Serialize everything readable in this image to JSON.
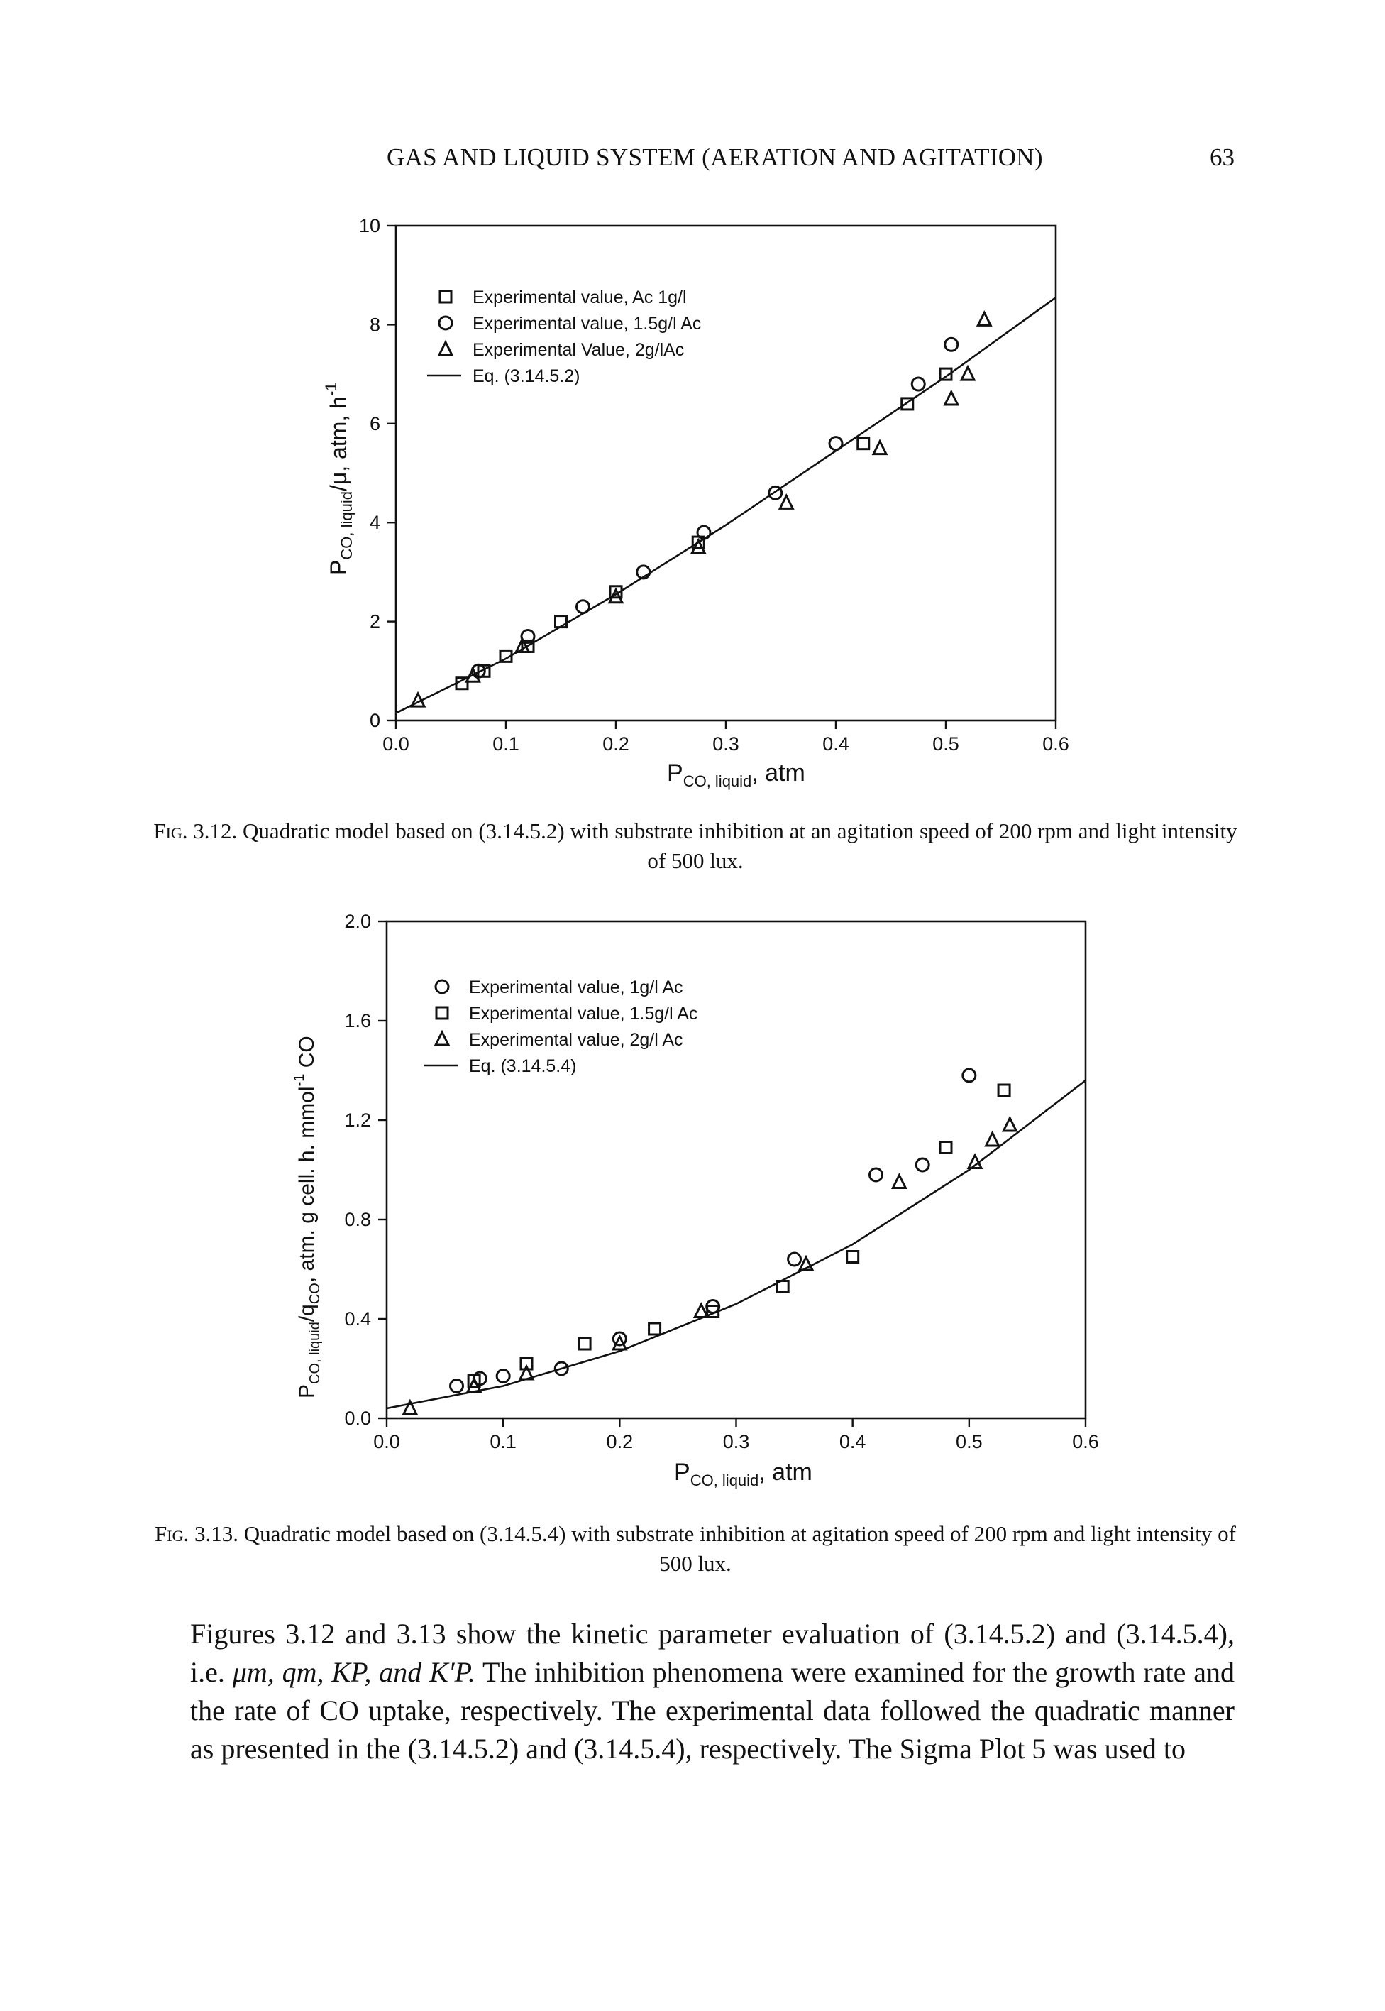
{
  "header": {
    "running_title": "GAS AND LIQUID SYSTEM (AERATION AND AGITATION)",
    "page_number": "63"
  },
  "chart_data": [
    {
      "type": "scatter",
      "figure": "3.12",
      "xlabel_main": "P",
      "xlabel_sub": "CO, liquid",
      "xlabel_unit": ", atm",
      "ylabel_main": "P",
      "ylabel_sub": "CO, liquid",
      "ylabel_unit": "/μ, atm, h",
      "ylabel_sup": "-1",
      "xlim": [
        0,
        0.6
      ],
      "ylim": [
        0,
        10
      ],
      "x_ticks": [
        "0.0",
        "0.1",
        "0.2",
        "0.3",
        "0.4",
        "0.5",
        "0.6"
      ],
      "y_ticks": [
        "0",
        "2",
        "4",
        "6",
        "8",
        "10"
      ],
      "grid": false,
      "legend_position": "top-left",
      "series": [
        {
          "name": "Experimental value, Ac 1g/l",
          "marker": "square",
          "points": [
            [
              0.06,
              0.75
            ],
            [
              0.08,
              1.0
            ],
            [
              0.1,
              1.3
            ],
            [
              0.12,
              1.5
            ],
            [
              0.15,
              2.0
            ],
            [
              0.2,
              2.6
            ],
            [
              0.275,
              3.6
            ],
            [
              0.425,
              5.6
            ],
            [
              0.465,
              6.4
            ],
            [
              0.5,
              7.0
            ]
          ]
        },
        {
          "name": "Experimental value, 1.5g/l Ac",
          "marker": "circle",
          "points": [
            [
              0.075,
              1.0
            ],
            [
              0.12,
              1.7
            ],
            [
              0.17,
              2.3
            ],
            [
              0.225,
              3.0
            ],
            [
              0.28,
              3.8
            ],
            [
              0.345,
              4.6
            ],
            [
              0.4,
              5.6
            ],
            [
              0.475,
              6.8
            ],
            [
              0.505,
              7.6
            ]
          ]
        },
        {
          "name": "Experimental Value, 2g/lAc",
          "marker": "triangle",
          "points": [
            [
              0.02,
              0.4
            ],
            [
              0.07,
              0.9
            ],
            [
              0.115,
              1.5
            ],
            [
              0.2,
              2.5
            ],
            [
              0.275,
              3.5
            ],
            [
              0.355,
              4.4
            ],
            [
              0.44,
              5.5
            ],
            [
              0.505,
              6.5
            ],
            [
              0.52,
              7.0
            ],
            [
              0.535,
              8.1
            ]
          ]
        }
      ],
      "fit": {
        "name": "Eq. (3.14.5.2)",
        "points": [
          [
            0,
            0.15
          ],
          [
            0.1,
            1.25
          ],
          [
            0.2,
            2.55
          ],
          [
            0.3,
            3.95
          ],
          [
            0.4,
            5.45
          ],
          [
            0.5,
            6.95
          ],
          [
            0.6,
            8.55
          ]
        ]
      }
    },
    {
      "type": "scatter",
      "figure": "3.13",
      "xlabel_main": "P",
      "xlabel_sub": "CO, liquid",
      "xlabel_unit": ", atm",
      "ylabel_main": "P",
      "ylabel_sub": "CO, liquid",
      "ylabel_unit": "/q",
      "ylabel_sub2": "CO",
      "ylabel_rest": ", atm. g cell. h. mmol",
      "ylabel_sup": "-1",
      "ylabel_tail": " CO",
      "xlim": [
        0,
        0.6
      ],
      "ylim": [
        0,
        2.0
      ],
      "x_ticks": [
        "0.0",
        "0.1",
        "0.2",
        "0.3",
        "0.4",
        "0.5",
        "0.6"
      ],
      "y_ticks": [
        "0.0",
        "0.4",
        "0.8",
        "1.2",
        "1.6",
        "2.0"
      ],
      "grid": false,
      "legend_position": "top-left",
      "series": [
        {
          "name": "Experimental value, 1g/l Ac",
          "marker": "circle",
          "points": [
            [
              0.06,
              0.13
            ],
            [
              0.08,
              0.16
            ],
            [
              0.1,
              0.17
            ],
            [
              0.15,
              0.2
            ],
            [
              0.2,
              0.32
            ],
            [
              0.28,
              0.45
            ],
            [
              0.35,
              0.64
            ],
            [
              0.42,
              0.98
            ],
            [
              0.46,
              1.02
            ],
            [
              0.5,
              1.38
            ]
          ]
        },
        {
          "name": "Experimental value, 1.5g/l Ac",
          "marker": "square",
          "points": [
            [
              0.075,
              0.15
            ],
            [
              0.12,
              0.22
            ],
            [
              0.17,
              0.3
            ],
            [
              0.23,
              0.36
            ],
            [
              0.28,
              0.43
            ],
            [
              0.34,
              0.53
            ],
            [
              0.4,
              0.65
            ],
            [
              0.48,
              1.09
            ],
            [
              0.53,
              1.32
            ]
          ]
        },
        {
          "name": "Experimental value, 2g/l Ac",
          "marker": "triangle",
          "points": [
            [
              0.02,
              0.04
            ],
            [
              0.075,
              0.13
            ],
            [
              0.12,
              0.18
            ],
            [
              0.2,
              0.3
            ],
            [
              0.27,
              0.43
            ],
            [
              0.36,
              0.62
            ],
            [
              0.44,
              0.95
            ],
            [
              0.505,
              1.03
            ],
            [
              0.52,
              1.12
            ],
            [
              0.535,
              1.18
            ]
          ]
        }
      ],
      "fit": {
        "name": "Eq. (3.14.5.4)",
        "points": [
          [
            0,
            0.04
          ],
          [
            0.1,
            0.13
          ],
          [
            0.2,
            0.27
          ],
          [
            0.3,
            0.46
          ],
          [
            0.4,
            0.7
          ],
          [
            0.5,
            1.0
          ],
          [
            0.6,
            1.36
          ]
        ]
      }
    }
  ],
  "captions": {
    "fig_3_12_label": "Fig. 3.12.",
    "fig_3_12_text": "Quadratic model based on (3.14.5.2) with substrate inhibition at an agitation speed of 200 rpm and light intensity of 500 lux.",
    "fig_3_13_label": "Fig. 3.13.",
    "fig_3_13_text": "Quadratic model based on (3.14.5.4) with substrate inhibition at agitation speed of 200 rpm and light intensity of 500 lux."
  },
  "body": {
    "paragraph_start": "Figures 3.12 and 3.13 show the kinetic parameter evaluation of (3.14.5.2) and (3.14.5.4), i.e. ",
    "params": "μ",
    "paragraph_params": "m, qm, KP, and K′P.",
    "paragraph_rest": " The inhibition phenomena were examined for the growth rate and the rate of CO uptake, respectively. The experimental data followed the quadratic manner as presented in the (3.14.5.2) and (3.14.5.4), respectively. The Sigma Plot 5 was used to"
  }
}
